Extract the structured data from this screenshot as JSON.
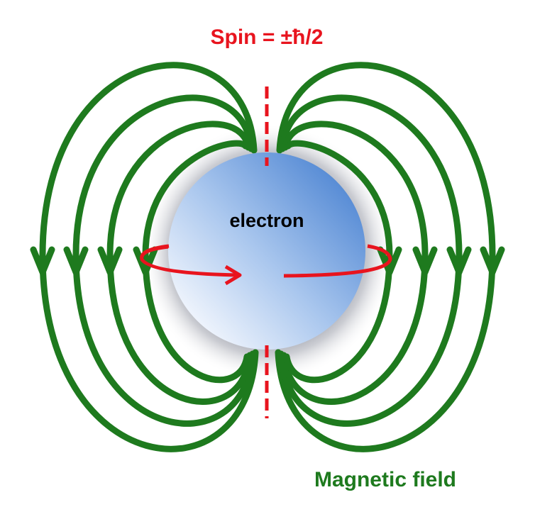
{
  "labels": {
    "spin": "Spin = ±ħ/2",
    "particle": "electron",
    "field": "Magnetic field"
  },
  "colors": {
    "field_lines": "#1e7a1e",
    "spin_axis": "#e8141e",
    "rotation_arrow": "#e8141e",
    "sphere_light": "#d8e6fa",
    "sphere_dark": "#5a8ed6",
    "background": "#ffffff"
  }
}
